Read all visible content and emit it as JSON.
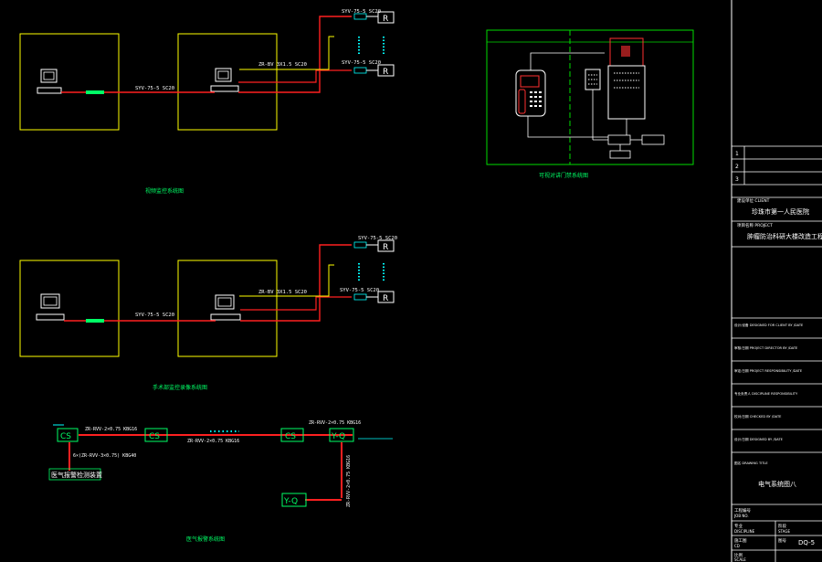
{
  "colors": {
    "background": "#000000",
    "frame": "#ffffff",
    "cable": "#ff2020",
    "box": "#ffff00",
    "label": "#00ff66",
    "cyan": "#00ffff",
    "panel_border": "#00dd00"
  },
  "diagram1": {
    "cable_main": "SYV-75-5 SC20",
    "cable_branch": "ZR-BV 3X1.5 SC20",
    "cable_top": "SYV-75-5 SC20",
    "cable_bottom": "SYV-75-5 SC20",
    "camera_symbol": "R",
    "caption": "视频监控系统图"
  },
  "diagram2": {
    "cable_main": "SYV-75-5 SC20",
    "cable_branch": "ZR-BV 3X1.5 SC20",
    "cable_top": "SYV-75-5 SC20",
    "cable_bottom": "SYV-75-5 SC20",
    "camera_symbol": "R",
    "caption": "手术部监控录像系统图"
  },
  "diagram3": {
    "node_cs": "CS",
    "node_yq": "Y-Q",
    "cable_a": "ZR-RVV-2×0.75 KBG16",
    "cable_b": "ZR-RVV-2×0.75 KBG16",
    "cable_c": "ZR-RVV-2×0.75 KBG16",
    "cable_d": "ZR-RVV-2×0.75 KBG16",
    "cable_e": "6×(ZR-RVV-3×0.75) KBG40",
    "sensor_label": "医气报警检测装置",
    "caption": "医气报警系统图"
  },
  "diagram4": {
    "caption": "可视对讲门禁系统图"
  },
  "title_block": {
    "rev_rows": [
      "1",
      "2",
      "3"
    ],
    "client_label": "建设单位  CLIENT",
    "client_value": "珍珠市第一人民医院",
    "project_label": "项目名称  PROJECT",
    "project_value": "肿瘤防治科研大楼改造工程",
    "designed_label": "设计/设备  DESIGNED FOR CLIENT BY /DATE",
    "checked_label": "审核/日期  PROJECT DIRECTOR BY /DATE",
    "approved_label": "审定/日期  PROJECT RESPONSIBILITY /DATE",
    "discipline_label": "专业负责人  DISCIPLINE RESPONSIBILITY",
    "checked_by_label": "校对/日期  CHECKED BY /DATE",
    "designed_by_label": "设计/日期  DESIGNED BY /DATE",
    "drawing_label": "图名  DRAWING TITLE",
    "drawing_value": "电气系统图八",
    "job_no": "工程编号",
    "job_no_en": "JOB NO.",
    "discipline": "专业",
    "discipline_en": "DISCIPLINE",
    "stage": "阶段",
    "stage_en": "STAGE",
    "sheet_no_label": "图号",
    "sheet_no_value": "DQ-5",
    "scale": "比例",
    "scale_en": "SCALE",
    "phase_value": "施工图",
    "phase_en": "CD"
  }
}
